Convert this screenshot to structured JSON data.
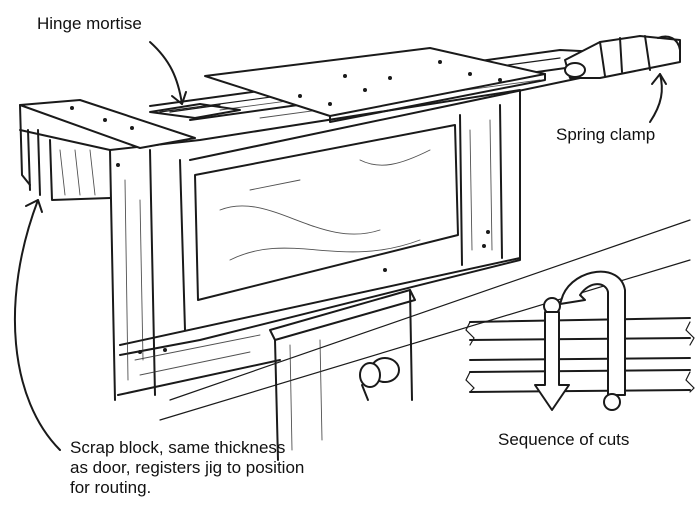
{
  "labels": {
    "hinge_mortise": "Hinge mortise",
    "spring_clamp": "Spring clamp",
    "scrap_block": [
      "Scrap block, same thickness",
      "as door, registers jig to position",
      "for routing."
    ],
    "sequence_of_cuts": "Sequence of cuts"
  },
  "colors": {
    "ink": "#1a1a1a",
    "paper": "#ffffff"
  }
}
